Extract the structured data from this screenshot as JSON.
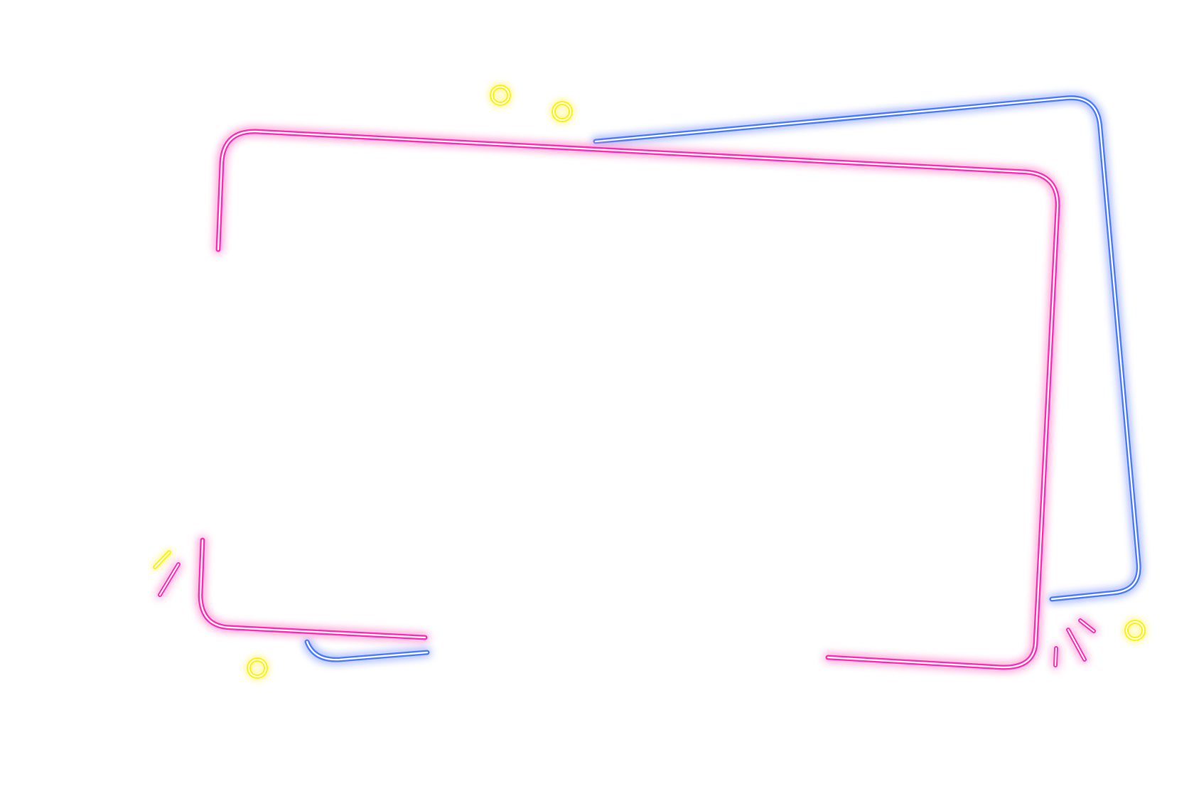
{
  "colors": {
    "background": "#ffffff",
    "pink": "#ff2fb8",
    "blue": "#4e7dff",
    "yellow": "#fff200",
    "core": "#ffffff"
  },
  "elements": {
    "pink_frame": "pink-neon-frame",
    "blue_frame": "blue-neon-frame",
    "yellow_dots": "yellow-neon-dots",
    "accent_strokes": "neon-accent-strokes"
  }
}
